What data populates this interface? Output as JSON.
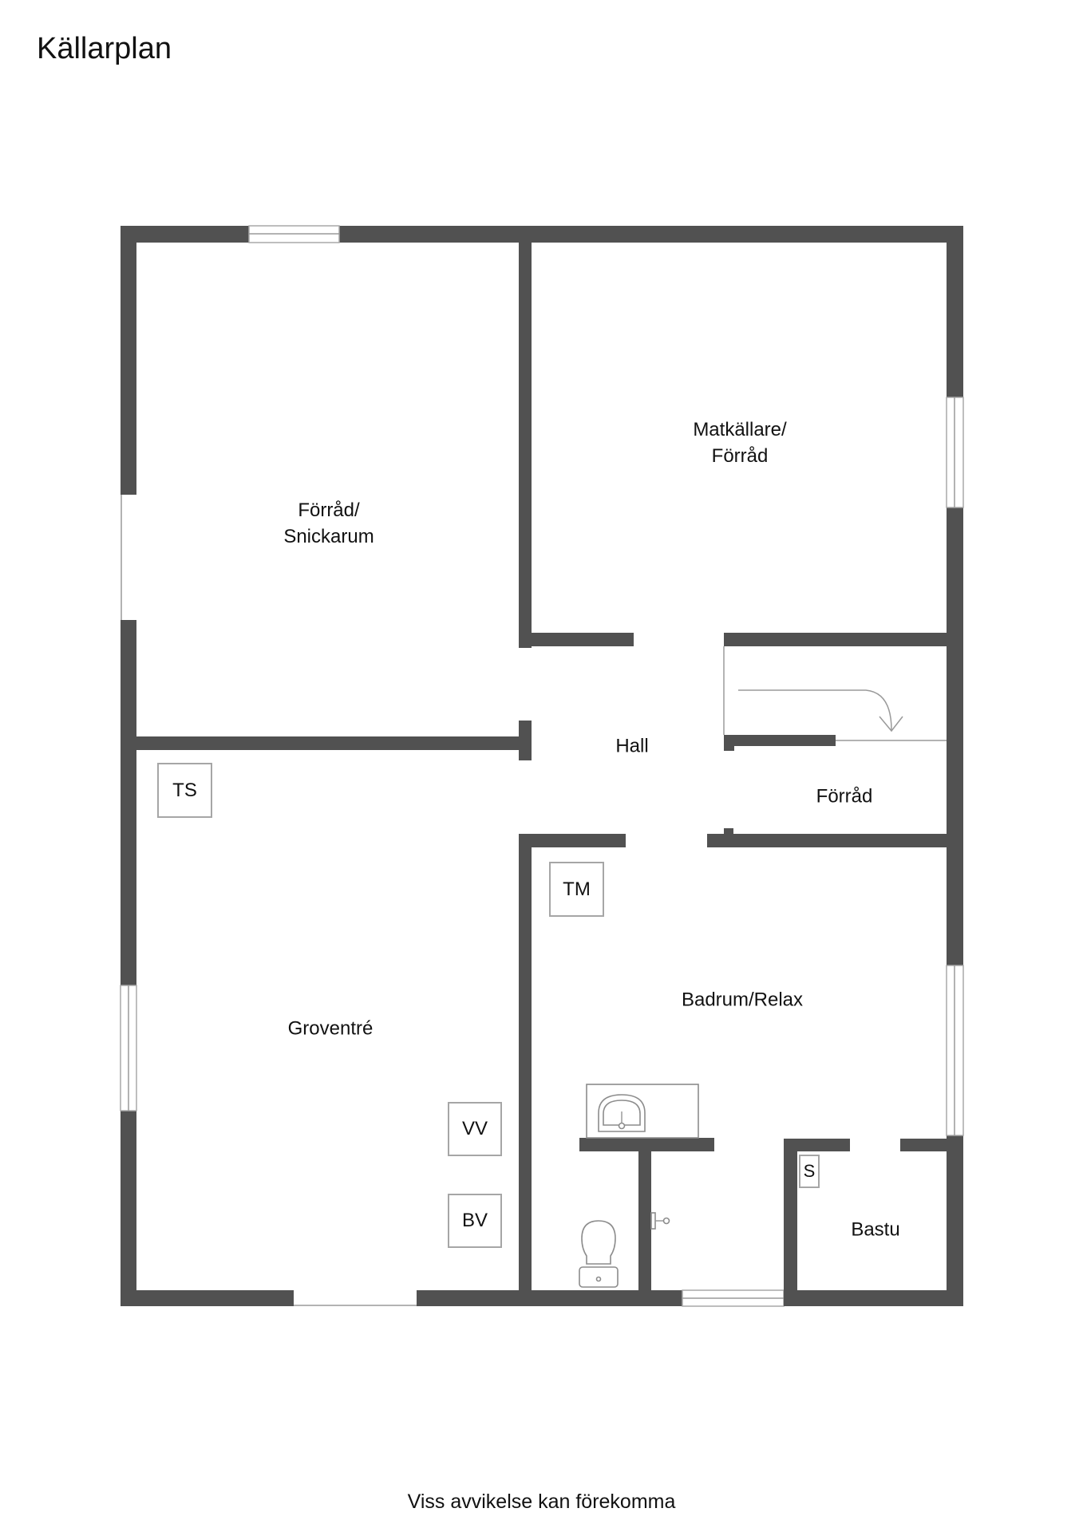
{
  "header": {
    "title": "Källarplan"
  },
  "rooms": {
    "forrad_snickarum": {
      "line1": "Förråd/",
      "line2": "Snickarum"
    },
    "matkallare": {
      "line1": "Matkällare/",
      "line2": "Förråd"
    },
    "hall": {
      "label": "Hall"
    },
    "forrad_small": {
      "label": "Förråd"
    },
    "groventre": {
      "label": "Groventré"
    },
    "badrum": {
      "label": "Badrum/Relax"
    },
    "bastu": {
      "label": "Bastu"
    }
  },
  "fixtures": {
    "ts": "TS",
    "tm": "TM",
    "vv": "VV",
    "bv": "BV",
    "s": "S"
  },
  "icons": [
    "window-icon",
    "door-opening-icon",
    "stair-arrow-icon",
    "sink-icon",
    "toilet-icon",
    "shower-tap-icon"
  ],
  "colors": {
    "wall": "#515151",
    "window_line": "#a8a8a8",
    "background": "#ffffff"
  },
  "footer": {
    "note": "Viss avvikelse kan förekomma"
  }
}
